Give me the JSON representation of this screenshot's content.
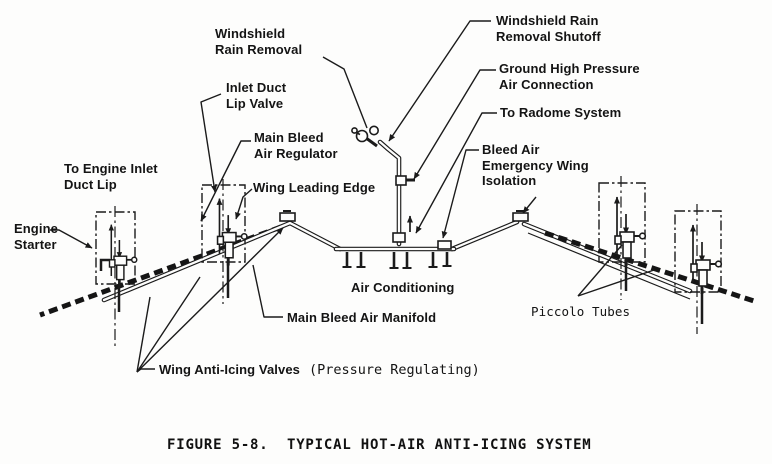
{
  "figure": {
    "caption": "FIGURE 5-8.  TYPICAL HOT-AIR ANTI-ICING SYSTEM"
  },
  "labels": {
    "windshield_rain_removal": "Windshield\nRain Removal",
    "windshield_rain_removal_shutoff": "Windshield Rain\nRemoval Shutoff",
    "ground_high_pressure_air_connection": "Ground High Pressure\nAir Connection",
    "to_radome_system": "To Radome System",
    "bleed_air_emergency_wing_isolation": "Bleed Air\nEmergency Wing\nIsolation",
    "inlet_duct_lip_valve": "Inlet Duct\nLip Valve",
    "main_bleed_air_regulator": "Main Bleed\nAir Regulator",
    "wing_leading_edge": "Wing Leading Edge",
    "to_engine_inlet_duct_lip": "To Engine Inlet\nDuct Lip",
    "engine_starter": "Engine\nStarter",
    "air_conditioning": "Air Conditioning",
    "main_bleed_air_manifold": "Main Bleed Air Manifold",
    "piccolo_tubes": "Piccolo Tubes",
    "wing_anti_icing_valves": "Wing Anti-Icing Valves",
    "wing_anti_icing_valves_note": "(Pressure Regulating)"
  },
  "colors": {
    "ink": "#1b1b1b",
    "paper": "#fdfdfc"
  }
}
